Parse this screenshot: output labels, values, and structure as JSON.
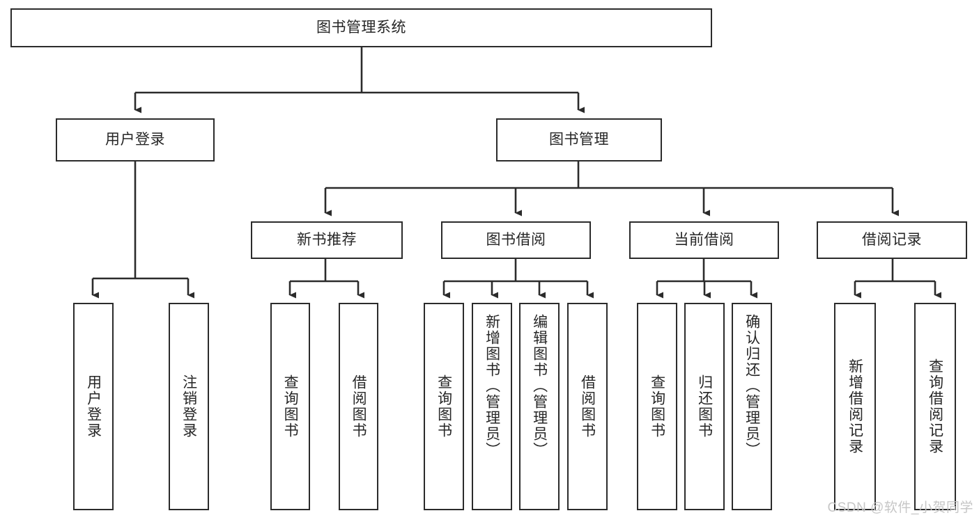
{
  "diagram": {
    "title": "图书管理系统",
    "type": "tree-hierarchy-diagram",
    "root": {
      "id": "root",
      "label": "图书管理系统"
    },
    "level2": [
      {
        "id": "user-login",
        "label": "用户登录"
      },
      {
        "id": "book-management",
        "label": "图书管理"
      }
    ],
    "level3": [
      {
        "id": "new-book-recommend",
        "label": "新书推荐"
      },
      {
        "id": "book-borrow",
        "label": "图书借阅"
      },
      {
        "id": "current-borrow",
        "label": "当前借阅"
      },
      {
        "id": "borrow-record",
        "label": "借阅记录"
      }
    ],
    "leaves": {
      "user_login": [
        {
          "id": "leaf-user-login",
          "label": "用户登录"
        },
        {
          "id": "leaf-user-logout",
          "label": "注销登录"
        }
      ],
      "new_book_recommend": [
        {
          "id": "leaf-query-book-1",
          "label": "查询图书"
        },
        {
          "id": "leaf-borrow-book-1",
          "label": "借阅图书"
        }
      ],
      "book_borrow": [
        {
          "id": "leaf-query-book-2",
          "label": "查询图书"
        },
        {
          "id": "leaf-add-book",
          "label": "新增图书（管理员）"
        },
        {
          "id": "leaf-edit-book",
          "label": "编辑图书（管理员）"
        },
        {
          "id": "leaf-borrow-book-2",
          "label": "借阅图书"
        }
      ],
      "current_borrow": [
        {
          "id": "leaf-query-book-3",
          "label": "查询图书"
        },
        {
          "id": "leaf-return-book",
          "label": "归还图书"
        },
        {
          "id": "leaf-confirm-return",
          "label": "确认归还（管理员）"
        }
      ],
      "borrow_record": [
        {
          "id": "leaf-add-record",
          "label": "新增借阅记录"
        },
        {
          "id": "leaf-query-record",
          "label": "查询借阅记录"
        }
      ]
    }
  },
  "watermark": {
    "text": "CSDN @软件_小贺同学"
  },
  "colors": {
    "stroke": "#2b2b2b",
    "text": "#262626",
    "background": "#ffffff",
    "watermark": "#c6c6c6"
  }
}
